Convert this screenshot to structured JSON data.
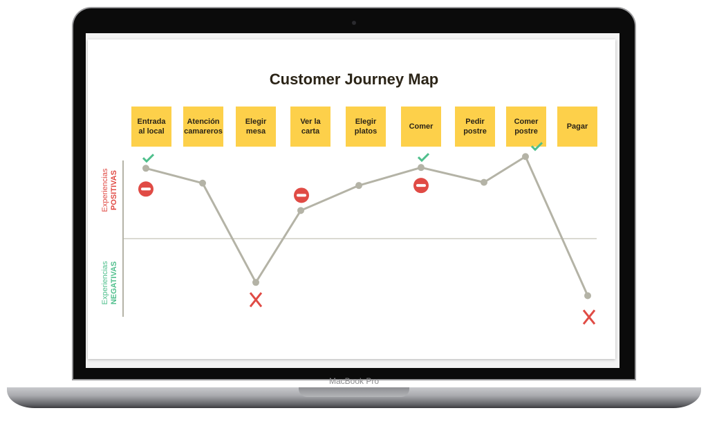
{
  "device_label": "MacBook Pro",
  "title": "Customer Journey Map",
  "axis": {
    "positive": [
      "Experiencias",
      "POSITIVAS"
    ],
    "negative": [
      "Experiencias",
      "NEGATIVAS"
    ]
  },
  "colors": {
    "box": "#fdd04a",
    "line": "#b4b3a6",
    "positive_icon": "#4fbf8c",
    "negative_icon": "#e04b45"
  },
  "chart_data": {
    "type": "line",
    "title": "Customer Journey Map",
    "ylim": [
      -1,
      1
    ],
    "categories": [
      "Entrada al local",
      "Atención camareros",
      "Elegir mesa",
      "Ver la carta",
      "Elegir platos",
      "Comer",
      "Pedir postre",
      "Comer postre",
      "Pagar"
    ],
    "labels": [
      [
        "Entrada",
        "al local"
      ],
      [
        "Atención",
        "camareros"
      ],
      [
        "Elegir",
        "mesa"
      ],
      [
        "Ver la",
        "carta"
      ],
      [
        "Elegir",
        "platos"
      ],
      [
        "Comer"
      ],
      [
        "Pedir",
        "postre"
      ],
      [
        "Comer",
        "postre"
      ],
      [
        "Pagar"
      ]
    ],
    "values": [
      0.9,
      0.71,
      -0.56,
      0.36,
      0.68,
      0.91,
      0.72,
      1.05,
      -0.73
    ],
    "markers": [
      {
        "step": 0,
        "icon": "check-icon"
      },
      {
        "step": 0,
        "icon": "minus-icon"
      },
      {
        "step": 2,
        "icon": "x-icon"
      },
      {
        "step": 3,
        "icon": "minus-icon"
      },
      {
        "step": 5,
        "icon": "check-icon"
      },
      {
        "step": 5,
        "icon": "minus-icon"
      },
      {
        "step": 7,
        "icon": "check-icon"
      },
      {
        "step": 8,
        "icon": "x-icon"
      }
    ]
  }
}
